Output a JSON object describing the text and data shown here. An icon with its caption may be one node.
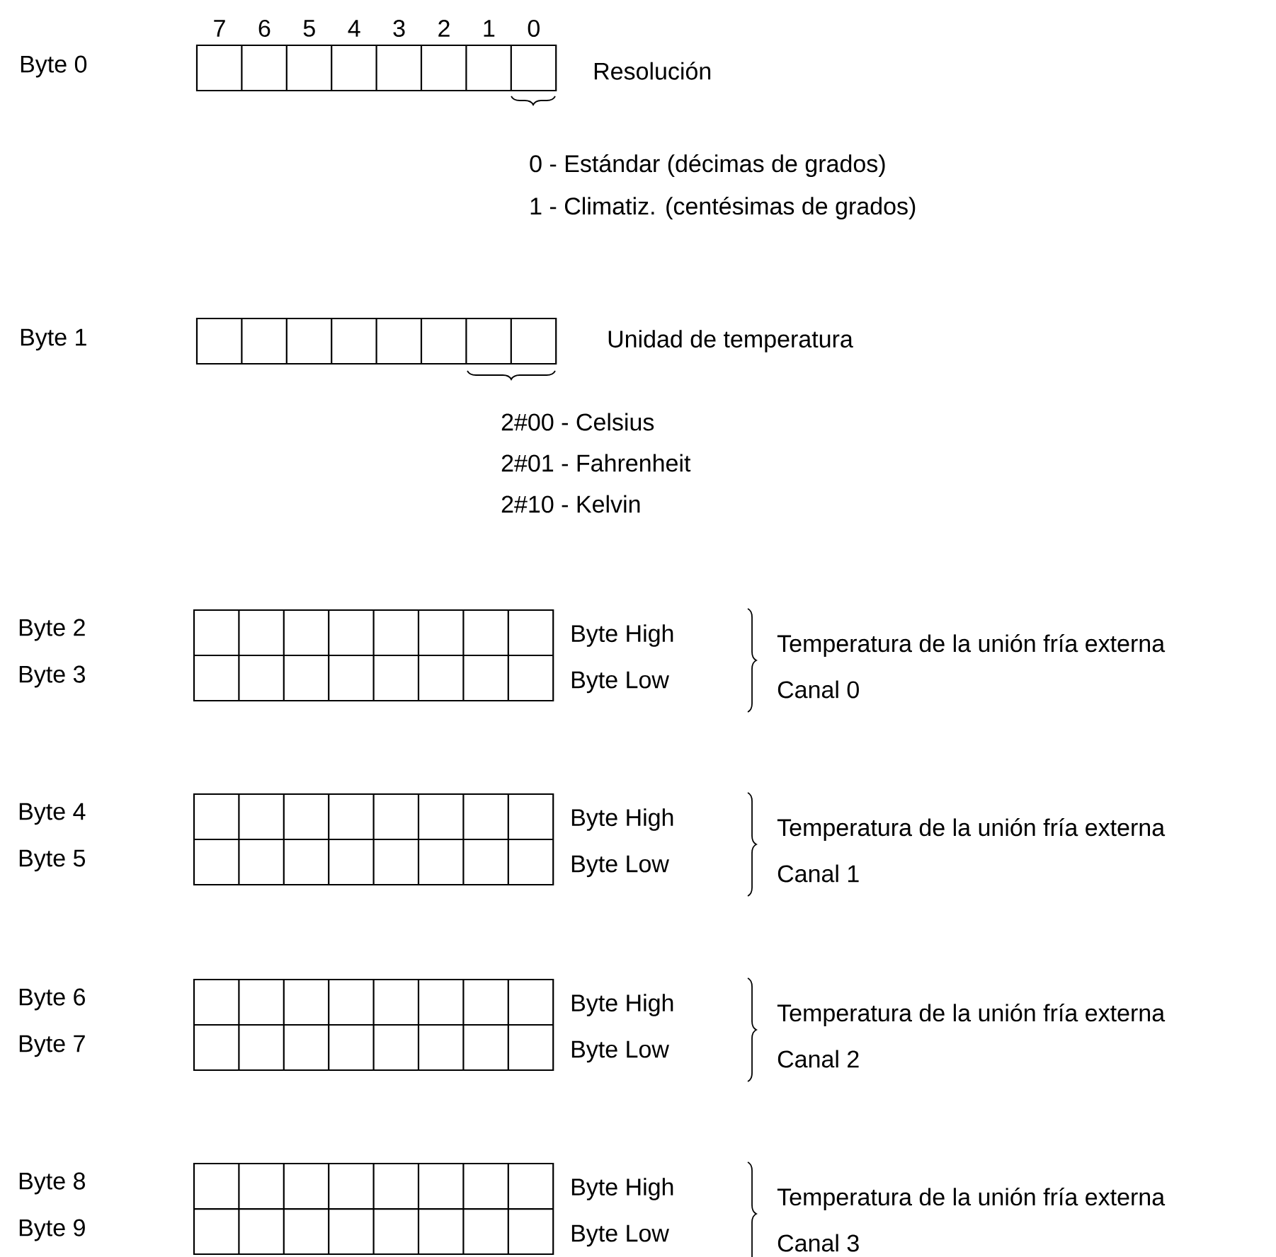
{
  "diagram": {
    "labels": [
      "7",
      "6",
      "5",
      "4",
      "3",
      "2",
      "1",
      "0",
      "Byte 0",
      "Resolución",
      "0 - Estándar (décimas de grados)",
      "1 - Climatiz. (centésimas de grados)",
      "Byte 1",
      "Unidad de temperatura",
      "2#00 - Celsius",
      "2#01 - Fahrenheit",
      "2#10 - Kelvin",
      "Byte 2",
      "Byte High",
      "Temperatura de la unión fría externa",
      "Byte 3",
      "Byte Low",
      "Canal 0",
      "Byte 4",
      "Byte High",
      "Temperatura de la unión fría externa",
      "Byte 5",
      "Byte Low",
      "Canal 1",
      "Byte 6",
      "Byte High",
      "Temperatura de la unión fría externa",
      "Byte 7",
      "Byte Low",
      "Canal 2",
      "Byte 8",
      "Byte High",
      "Temperatura de la unión fría externa",
      "Byte 9",
      "Byte Low",
      "Canal 3"
    ]
  }
}
